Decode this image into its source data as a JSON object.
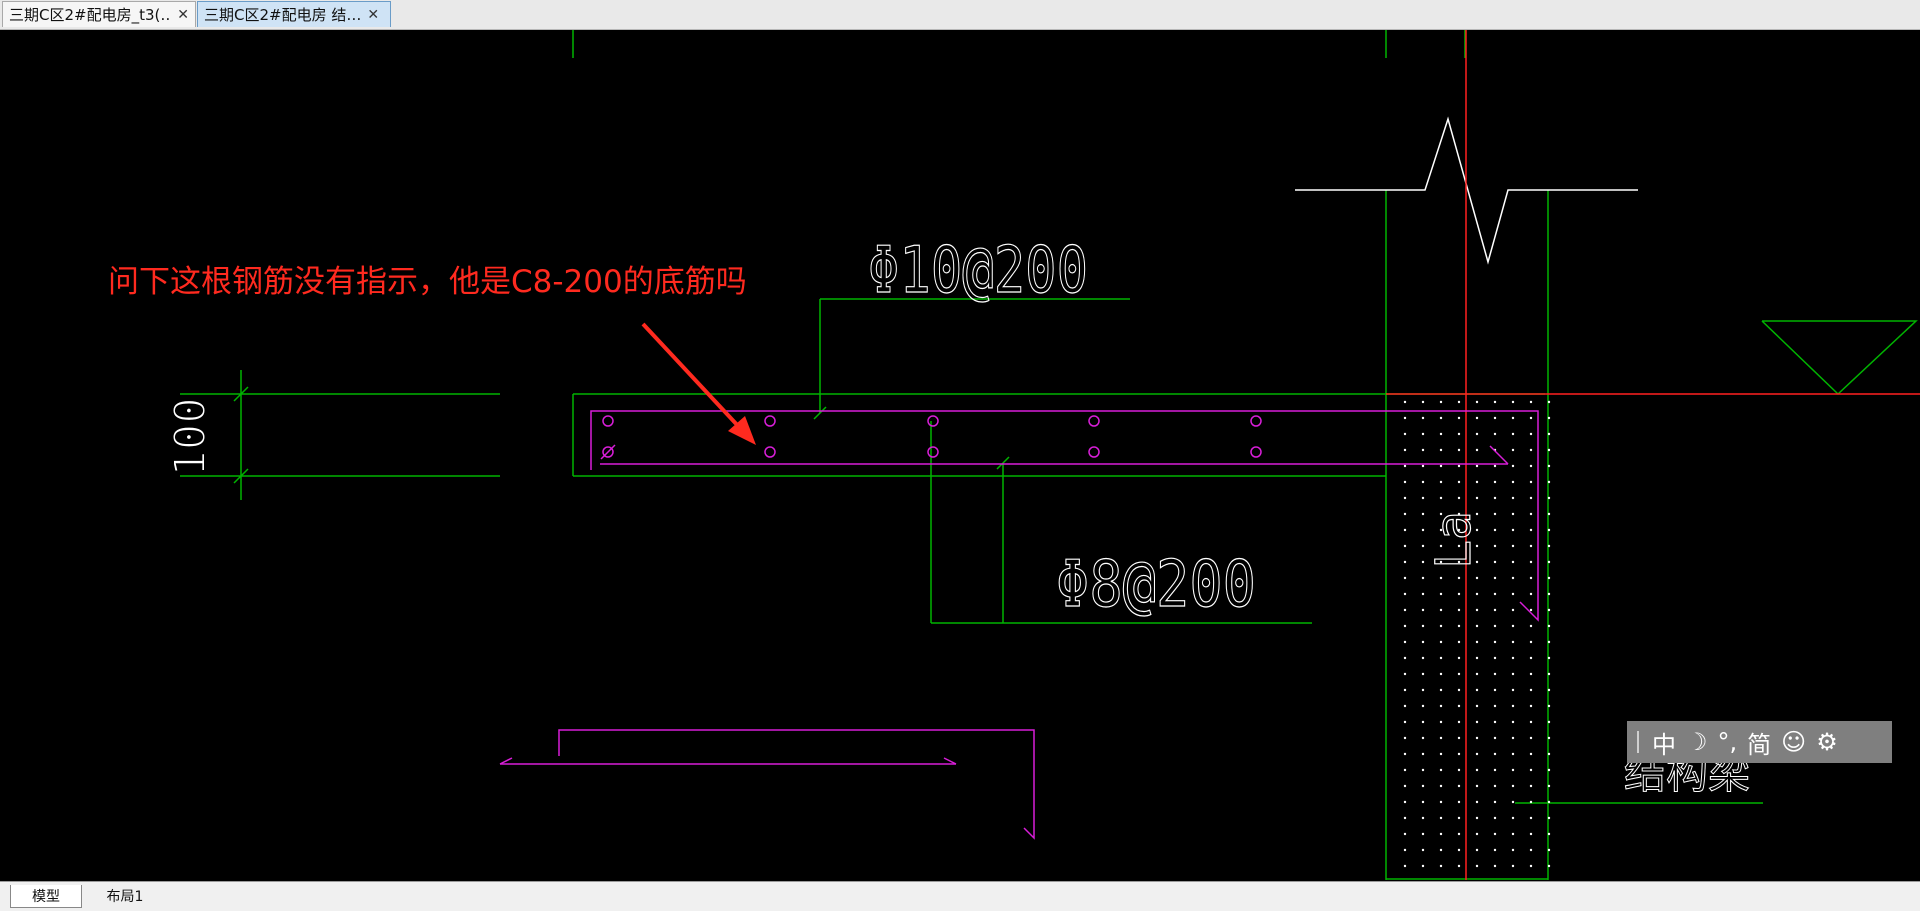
{
  "tabs": [
    {
      "label": "三期C区2#配电房_t3(…",
      "close": "✕"
    },
    {
      "label": "三期C区2#配电房 结…",
      "close": "✕"
    }
  ],
  "drawing": {
    "dim_100": "100",
    "top_rebar": "Φ10@200",
    "bottom_rebar": "Φ8@200",
    "anchorage_label": "La",
    "beam_label": "结构梁",
    "annotation": "问下这根钢筋没有指示，他是C8-200的底筋吗"
  },
  "ime": {
    "items": [
      "中",
      "☽",
      "°,",
      "简",
      "☺",
      "⚙"
    ],
    "icons": [
      "chinese-mode",
      "moon-icon",
      "punctuation-icon",
      "simplified-icon",
      "emoji-icon",
      "gear-icon"
    ]
  },
  "layout_tabs": [
    "模型",
    "布局1"
  ],
  "colors": {
    "background": "#000000",
    "green": "#00b400",
    "magenta": "#d81ed8",
    "red_axis": "#ff2020",
    "white": "#ffffff",
    "annotation_red": "#ff2a1f"
  }
}
